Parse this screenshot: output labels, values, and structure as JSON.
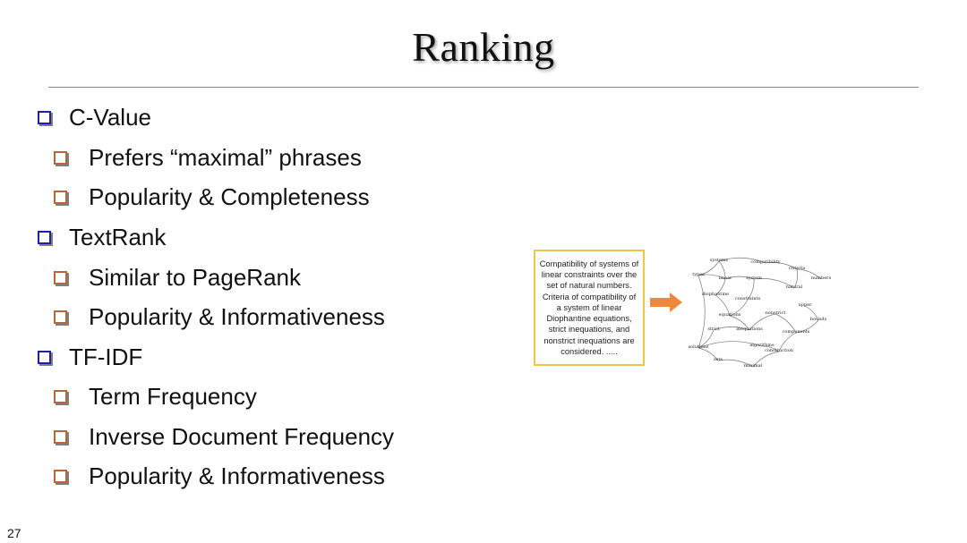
{
  "slide": {
    "title": "Ranking",
    "page_number": "27"
  },
  "bullets": [
    {
      "level": 1,
      "text": "C-Value"
    },
    {
      "level": 2,
      "text": "Prefers “maximal” phrases"
    },
    {
      "level": 2,
      "text": "Popularity & Completeness"
    },
    {
      "level": 1,
      "text": "TextRank"
    },
    {
      "level": 2,
      "text": "Similar to PageRank"
    },
    {
      "level": 2,
      "text": "Popularity & Informativeness"
    },
    {
      "level": 1,
      "text": "TF-IDF"
    },
    {
      "level": 2,
      "text": "Term Frequency"
    },
    {
      "level": 2,
      "text": "Inverse Document Frequency"
    },
    {
      "level": 2,
      "text": "Popularity & Informativeness"
    }
  ],
  "example": {
    "text": "Compatibility of systems of linear constraints over the set of natural numbers. Criteria of compatibility of a system of linear Diophantine equations, strict inequations, and nonstrict inequations are considered. ....."
  },
  "graph": {
    "nodes": [
      "systems",
      "compatibility",
      "criteria",
      "numbers",
      "types",
      "linear",
      "system",
      "natural",
      "diophantine",
      "constraints",
      "upper",
      "equations",
      "nonstrict",
      "bounds",
      "strict",
      "inequations",
      "components",
      "solutions",
      "algorithms",
      "construction",
      "sets",
      "minimal"
    ]
  },
  "colors": {
    "level1_marker": "#1f1fa8",
    "level2_marker": "#b8653a",
    "box_border": "#f0c64a",
    "arrow": "#f0883a"
  }
}
